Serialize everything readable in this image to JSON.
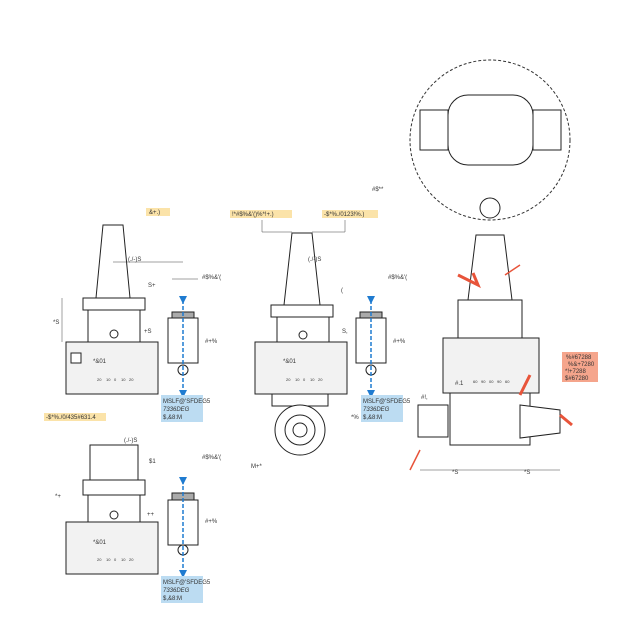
{
  "colors": {
    "highlight": "#fbe3a9",
    "note_blue": "#bcdcf2",
    "note_red": "#f5a58c",
    "flow_arrow": "#1f7bd0",
    "rotation_arrow": "#e8543a"
  },
  "view_a": {
    "callout": "&+.)",
    "offset": "(./-)S",
    "width": "#$%&'(",
    "dim_top": "S+",
    "height": "*S",
    "dim_low": "+S",
    "dia": "#+%",
    "scale_label": "*&01",
    "scale_ticks": [
      "20",
      "10",
      "0",
      "10",
      "20"
    ],
    "note": [
      "MSLF@'SFDEG5",
      "7336DEG",
      "$,&8:M"
    ]
  },
  "view_b": {
    "callout_left": "!*#$%&'()%*!+.)",
    "callout_right": "-$*%./0123!%.)",
    "offset": "(./-)S",
    "width": "#$%&'(",
    "dim_top": "(",
    "dim_low": "S,",
    "dia": "#+%",
    "scale_label": "*&01",
    "scale_ticks": [
      "20",
      "10",
      "0",
      "10",
      "20"
    ],
    "head_dim": "*%",
    "head_label": "M+*",
    "note": [
      "MSLF@'SFDEG5",
      "7336DEG",
      "$,&8:M"
    ]
  },
  "view_c": {
    "callout": "-$*%./0/435#631.4",
    "offset": "(./-)S",
    "dim_top": "$1",
    "width": "#$%&'(",
    "height": "*+",
    "dim_low": "++",
    "dia": "#+%",
    "scale_label": "*&01",
    "scale_ticks": [
      "20",
      "10",
      "0",
      "10",
      "20"
    ],
    "note": [
      "MSLF@'SFDEG5",
      "7336DEG",
      "$,&8:M"
    ]
  },
  "view_d": {
    "detail_label": "#$**",
    "width": "#.1",
    "dia": "#!,",
    "left_len": "*S",
    "right_len": "*S",
    "scale_ticks": [
      "60",
      "90",
      "00",
      "90",
      "60"
    ],
    "note": [
      "%#67288",
      "%&+7280",
      "*!+7288",
      "$#67280"
    ]
  }
}
